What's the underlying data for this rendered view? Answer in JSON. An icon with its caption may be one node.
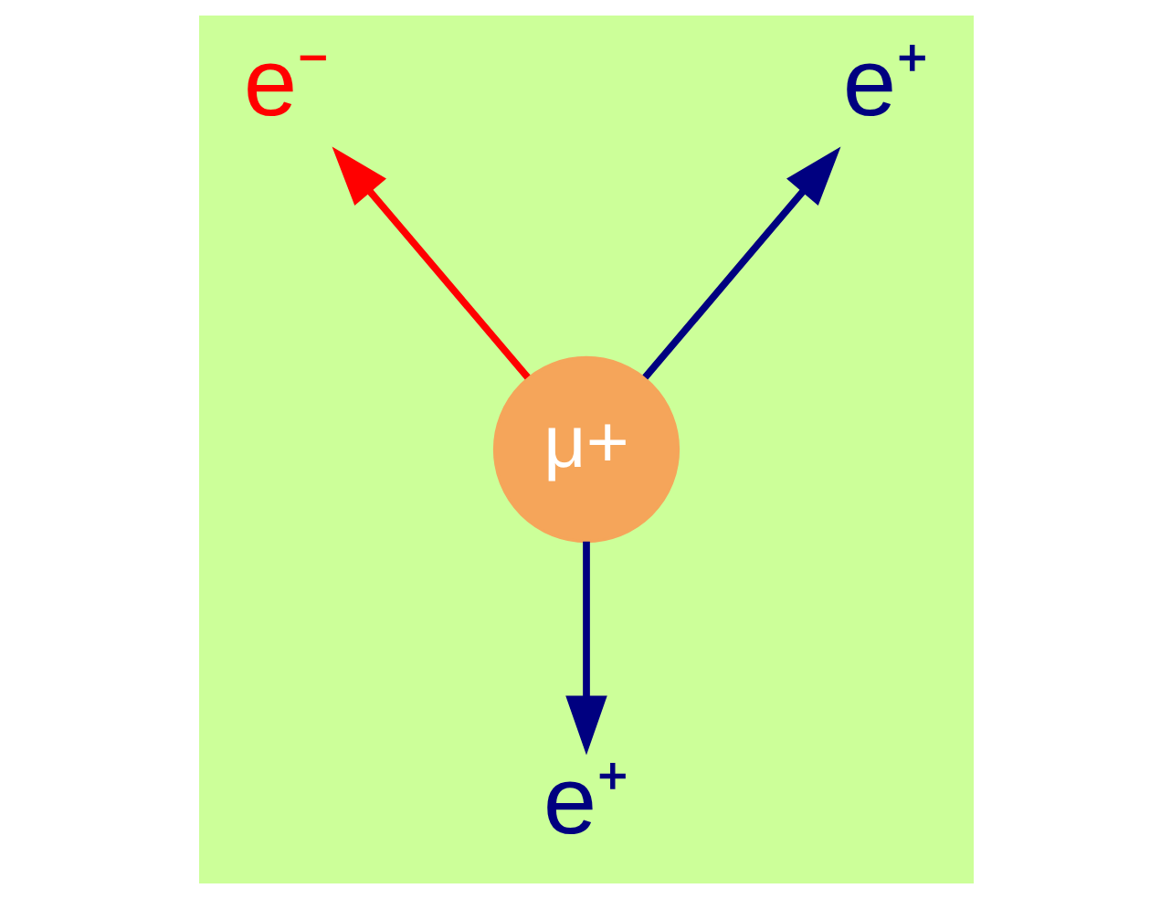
{
  "diagram": {
    "nodes": [
      {
        "text": [
          "μ+"
        ]
      },
      {
        "text": [
          "e⁻"
        ]
      },
      {
        "text": [
          "e⁺"
        ]
      },
      {
        "text": [
          "e⁺"
        ]
      }
    ],
    "edges": [
      {
        "from": 0,
        "to": 1,
        "arrow": "to",
        "color": "#ff0000"
      },
      {
        "from": 0,
        "to": 2,
        "arrow": "to"
      },
      {
        "from": 0,
        "to": 3,
        "arrow": "to"
      }
    ]
  }
}
